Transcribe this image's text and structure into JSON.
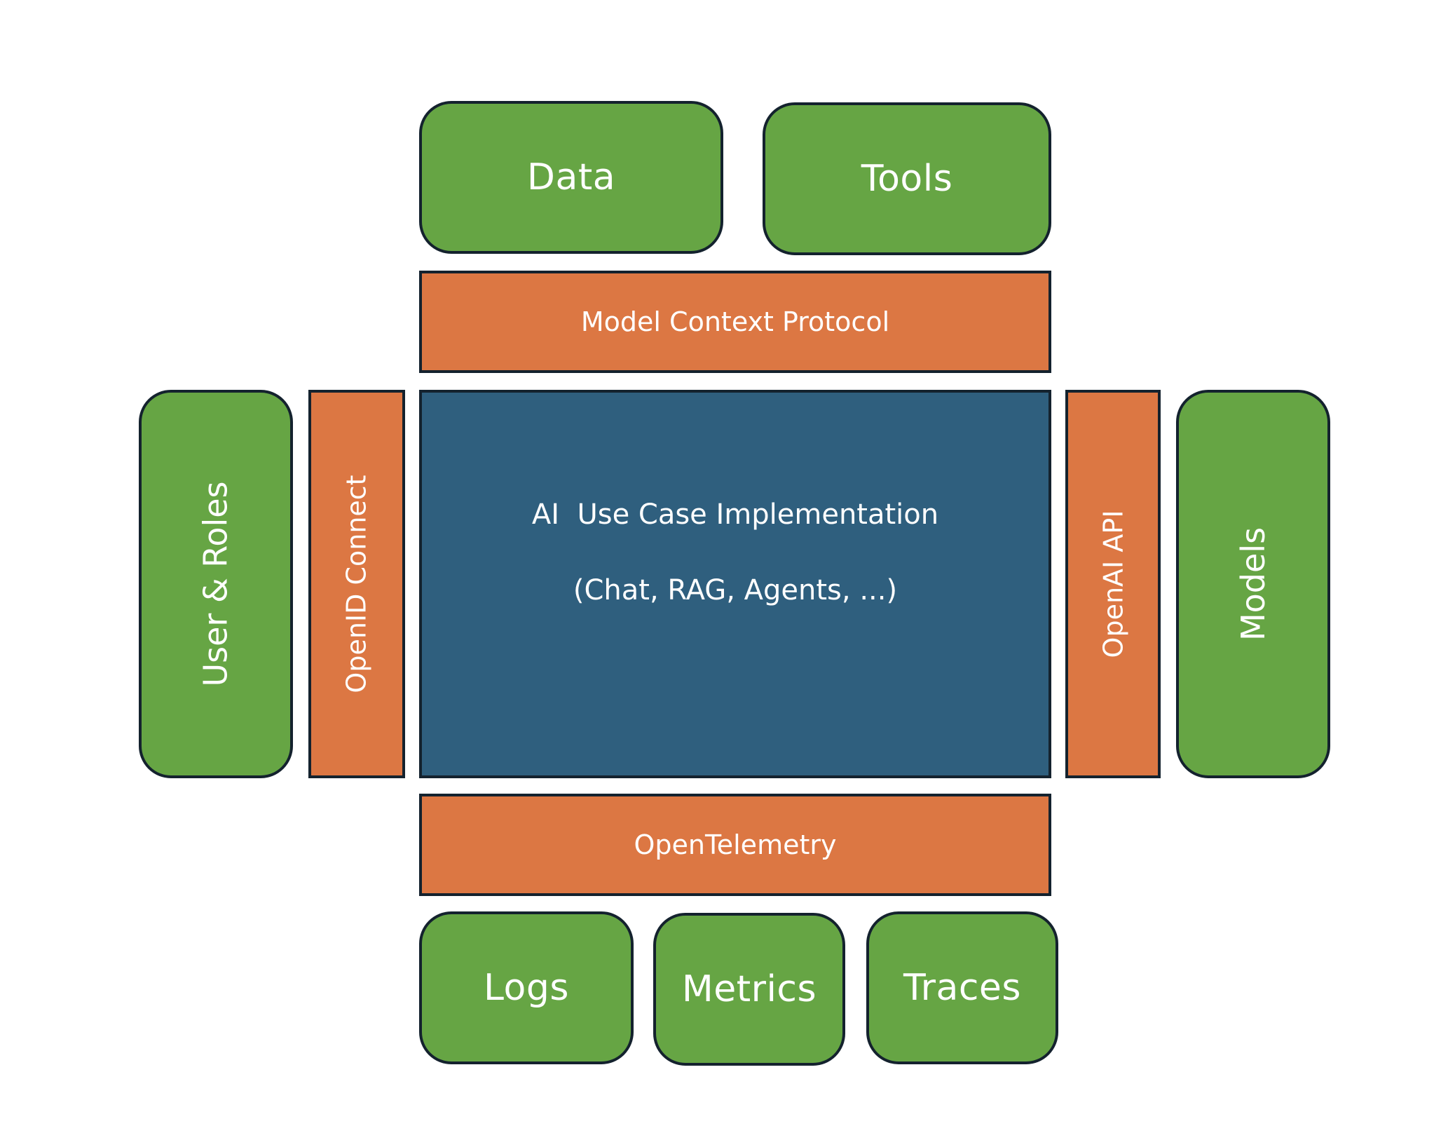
{
  "top": {
    "data": "Data",
    "tools": "Tools"
  },
  "protocols": {
    "mcp": "Model Context Protocol",
    "openid": "OpenID Connect",
    "openai": "OpenAI API",
    "otel": "OpenTelemetry"
  },
  "left": {
    "users": "User & Roles"
  },
  "right": {
    "models": "Models"
  },
  "core": {
    "title": "AI  Use Case Implementation",
    "subtitle": "(Chat, RAG, Agents, ...)"
  },
  "bottom": {
    "logs": "Logs",
    "metrics": "Metrics",
    "traces": "Traces"
  },
  "colors": {
    "green": "#66a544",
    "orange": "#dc7743",
    "blue": "#2f5f7e",
    "border": "#14222e"
  }
}
